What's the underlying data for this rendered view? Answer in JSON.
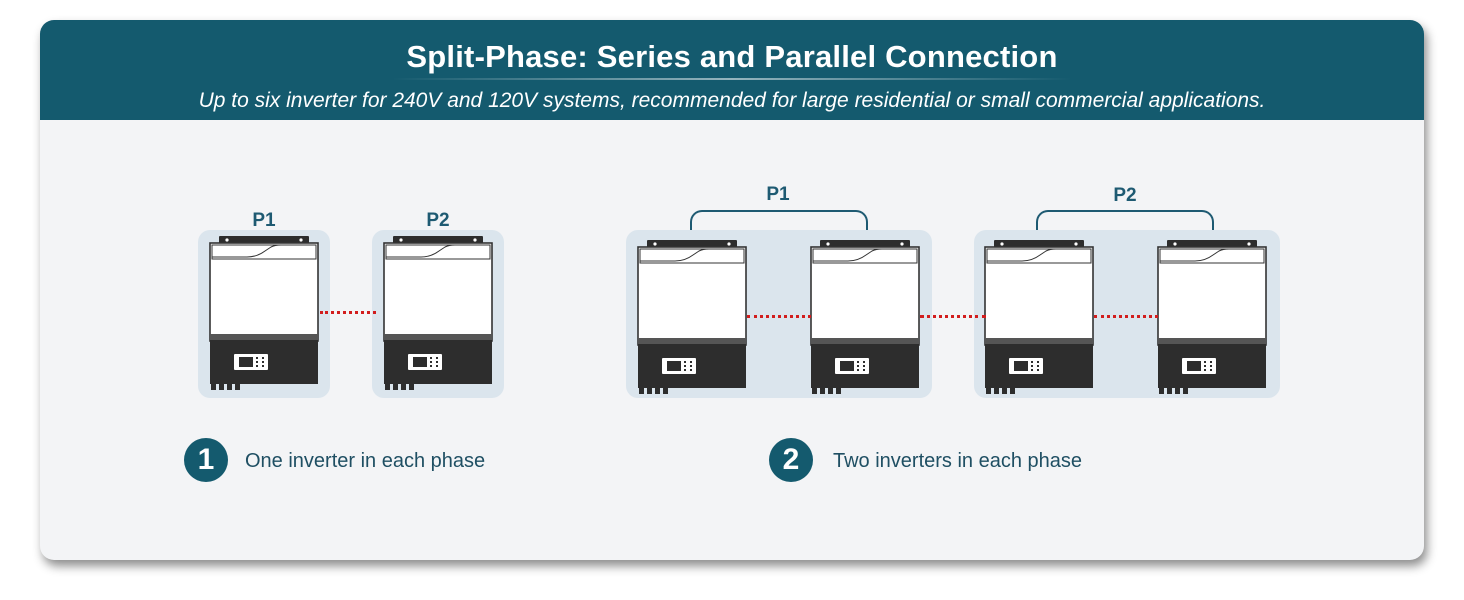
{
  "header": {
    "title": "Split-Phase: Series and Parallel Connection",
    "subtitle": "Up to six inverter for 240V and 120V systems, recommended for large residential or small commercial applications."
  },
  "diagram_1": {
    "phase_labels": [
      "P1",
      "P2"
    ],
    "step_number": "1",
    "step_label": "One inverter in each phase"
  },
  "diagram_2": {
    "phase_labels": [
      "P1",
      "P2"
    ],
    "step_number": "2",
    "step_label": "Two inverters in each phase"
  },
  "colors": {
    "header_bg": "#145a6e",
    "card_bg": "#f3f4f6",
    "unit_bg": "#dbe5ed",
    "label": "#1e5a72",
    "link": "#d21d1d",
    "inverter_body": "#ffffff",
    "inverter_base": "#2d2d2d"
  },
  "icons": {
    "inverter": "inverter-icon",
    "connection": "dotted-link"
  }
}
